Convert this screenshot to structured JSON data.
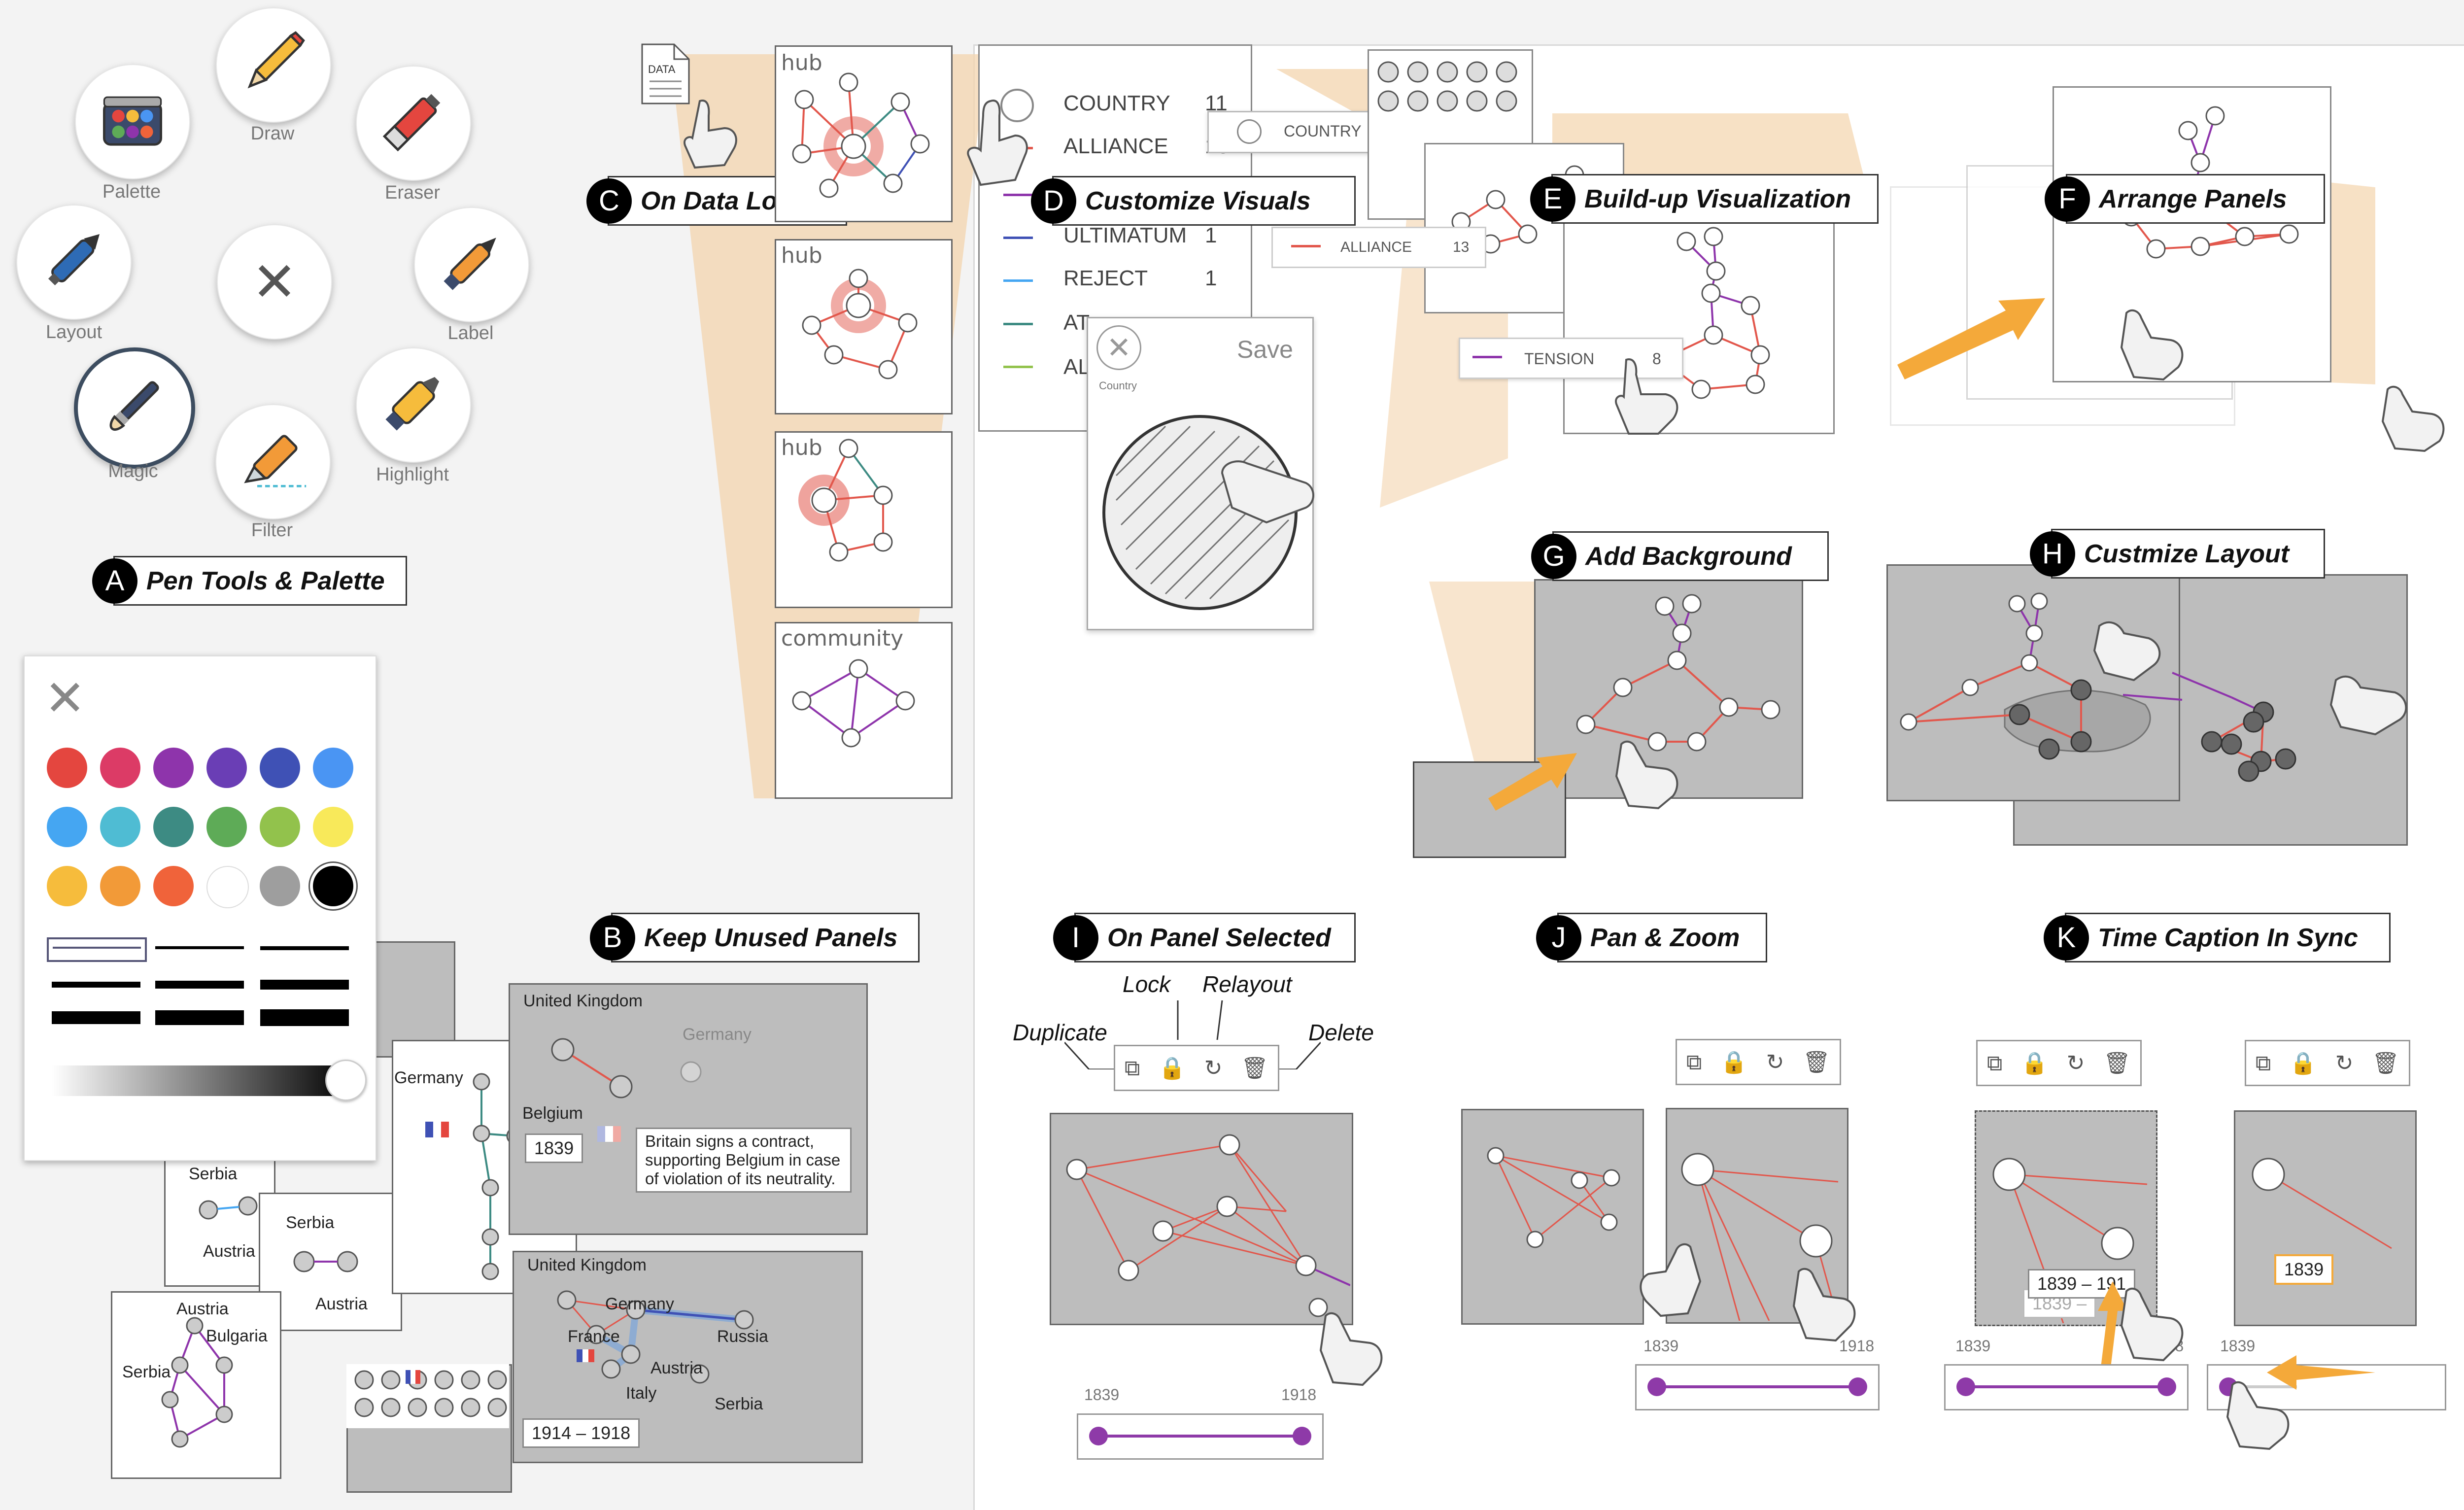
{
  "tools": {
    "palette": "Palette",
    "draw": "Draw",
    "eraser": "Eraser",
    "layout": "Layout",
    "label": "Label",
    "magic": "Magic",
    "highlight": "Highlight",
    "filter": "Filter",
    "close_glyph": "✕"
  },
  "labels": {
    "A": {
      "letter": "A",
      "text": "Pen Tools & Palette"
    },
    "B": {
      "letter": "B",
      "text": "Keep Unused Panels"
    },
    "C": {
      "letter": "C",
      "text": "On Data Load"
    },
    "D": {
      "letter": "D",
      "text": "Customize Visuals"
    },
    "E": {
      "letter": "E",
      "text": "Build-up Visualization"
    },
    "F": {
      "letter": "F",
      "text": "Arrange Panels"
    },
    "G": {
      "letter": "G",
      "text": "Add Background"
    },
    "H": {
      "letter": "H",
      "text": "Custmize Layout"
    },
    "I": {
      "letter": "I",
      "text": "On Panel Selected"
    },
    "J": {
      "letter": "J",
      "text": "Pan & Zoom"
    },
    "K": {
      "letter": "K",
      "text": "Time Caption In Sync"
    }
  },
  "colors": {
    "swatches": [
      "#e4463f",
      "#dc3b66",
      "#8e34ab",
      "#6a3eb5",
      "#3f51b5",
      "#4a95f3",
      "#45a6f2",
      "#4fbcd3",
      "#3d8b83",
      "#5eab57",
      "#92c24c",
      "#f8e95a",
      "#f6bc3c",
      "#f29a38",
      "#f0633a",
      "#ffffff",
      "#9e9e9e",
      "#000000"
    ],
    "accent": "#8e3aa8",
    "edge": "#e2574c",
    "arrow": "#f4a93a",
    "mark": "#f3d4ad"
  },
  "sidebar": {
    "settings": "⚙",
    "help": "?",
    "download": "⤓",
    "undo": "↶",
    "redo": "↷"
  },
  "data_file": "DATA",
  "panels_c": {
    "hub1": "hub",
    "hub2": "hub",
    "hub3": "hub",
    "community": "community"
  },
  "attributes": {
    "country": {
      "name": "COUNTRY",
      "count": "11"
    },
    "alliance": {
      "name": "ALLIANCE",
      "count": "13"
    },
    "ultimatum": {
      "name": "ULTIMATUM",
      "count": "1"
    },
    "reject": {
      "name": "REJECT",
      "count": "1"
    },
    "at": "AT",
    "al": "AL",
    "tension": {
      "name": "TENSION",
      "count": "8"
    },
    "alliance_partial": "ALLIANCE"
  },
  "sketch_popup": {
    "save": "Save",
    "hint": "Country"
  },
  "panel_b": {
    "uk": "United Kingdom",
    "germany_faded": "Germany",
    "belgium": "Belgium",
    "germany": "Germany",
    "year1": "1839",
    "note": "Britain signs a contract, supporting Belgium in case of violation of its neutrality.",
    "serbia1": "Serbia",
    "austria1": "Austria",
    "serbia2": "Serbia",
    "austria2": "Austria",
    "austria3": "Austria",
    "bulgaria": "Bulgaria",
    "serbia3": "Serbia",
    "uk2": "United Kingdom",
    "germany2": "Germany",
    "france": "France",
    "russia": "Russia",
    "austria4": "Austria",
    "italy": "Italy",
    "serbia4": "Serbia",
    "year2": "1914 – 1918"
  },
  "panel_i": {
    "duplicate": "Duplicate",
    "lock": "Lock",
    "relayout": "Relayout",
    "delete": "Delete",
    "start": "1839",
    "end": "1918"
  },
  "panel_j": {
    "start": "1839",
    "end": "1918"
  },
  "panel_k": {
    "caption1": "1839 – 191",
    "caption1b": "1839 –",
    "start1": "1839",
    "end1": "1918",
    "caption2": "1839",
    "start2": "1839"
  },
  "icons": {
    "duplicate": "⧉",
    "lock": "🔒",
    "relayout": "↻",
    "delete": "🗑"
  }
}
